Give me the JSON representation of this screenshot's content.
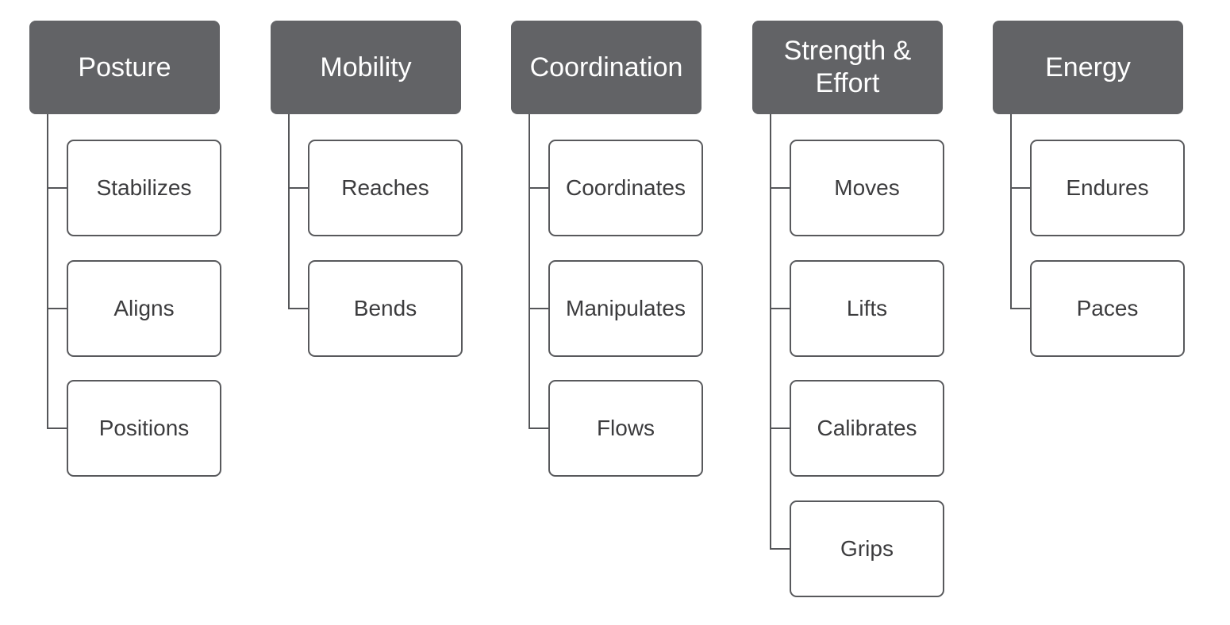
{
  "categories": [
    {
      "title": "Posture",
      "items": [
        "Stabilizes",
        "Aligns",
        "Positions"
      ]
    },
    {
      "title": "Mobility",
      "items": [
        "Reaches",
        "Bends"
      ]
    },
    {
      "title": "Coordination",
      "items": [
        "Coordinates",
        "Manipulates",
        "Flows"
      ]
    },
    {
      "title": "Strength & Effort",
      "items": [
        "Moves",
        "Lifts",
        "Calibrates",
        "Grips"
      ]
    },
    {
      "title": "Energy",
      "items": [
        "Endures",
        "Paces"
      ]
    }
  ],
  "colors": {
    "header_fill": "#626366",
    "header_text": "#ffffff",
    "box_border": "#58595c",
    "box_text": "#3c3c3e",
    "connector": "#555659"
  }
}
